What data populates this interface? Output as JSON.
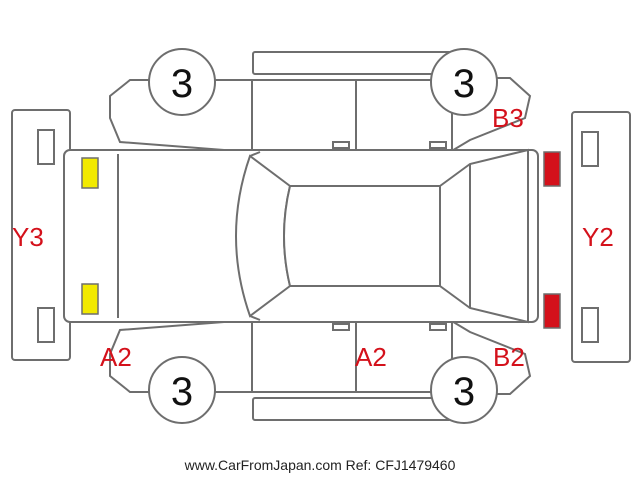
{
  "colors": {
    "outline": "#6e6e6e",
    "damage_label": "#d4111b",
    "yellow_marker": "#f2ea00",
    "red_marker": "#d4111b"
  },
  "tires": {
    "front_left": "3",
    "front_right": "3",
    "rear_left": "3",
    "rear_right": "3"
  },
  "labels": {
    "rear_bumper": "Y3",
    "front_bumper": "Y2",
    "rear_right_quarter": "B3",
    "rear_left_corner": "A2",
    "left_doors": "A2",
    "front_left_fender": "B2"
  },
  "markers": {
    "rear_lights": {
      "color": "yellow",
      "count": 2
    },
    "front_lights": {
      "color": "red",
      "count": 2
    }
  },
  "footer": "www.CarFromJapan.com Ref: CFJ1479460"
}
